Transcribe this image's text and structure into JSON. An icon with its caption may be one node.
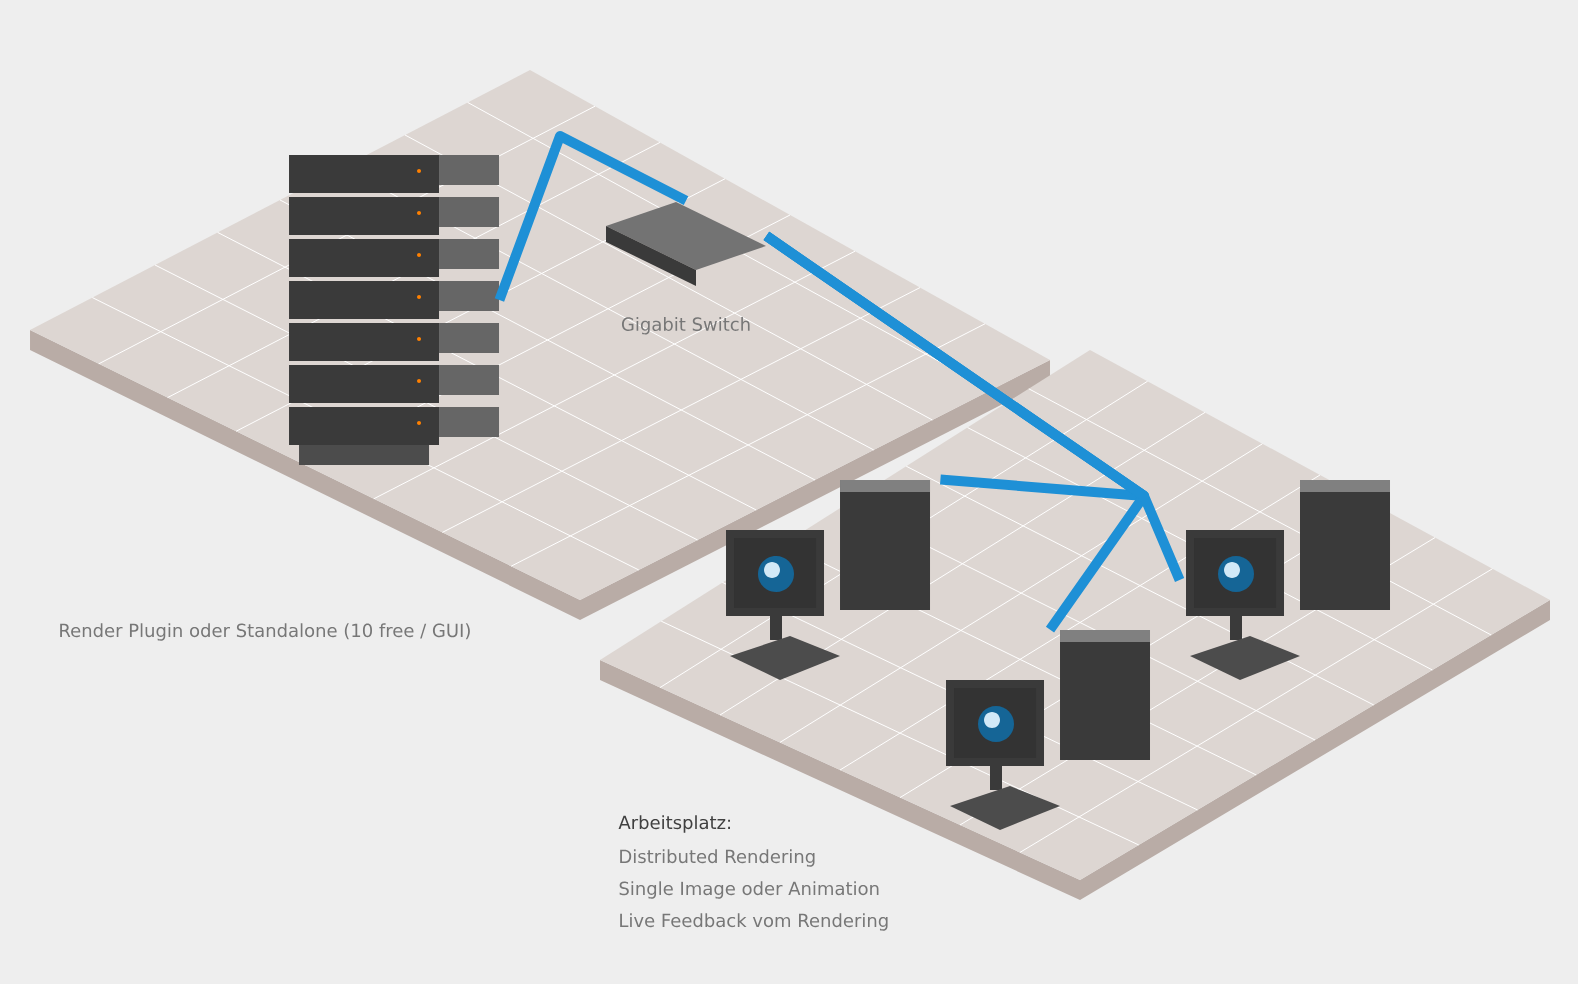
{
  "diagram": {
    "nodes": [
      {
        "text": [],
        "shape": "picture"
      },
      {
        "text": [],
        "shape": "picture",
        "beside": [
          "Gigabit Switch"
        ]
      },
      {
        "text": [],
        "shape": "picture"
      },
      {
        "text": [],
        "shape": "picture"
      },
      {
        "text": [],
        "shape": "picture"
      }
    ],
    "edges": [
      {
        "from": 0,
        "to": 1,
        "arrow": "none"
      },
      {
        "from": 1,
        "to": 2,
        "arrow": "none"
      },
      {
        "from": 1,
        "to": 3,
        "arrow": "none"
      },
      {
        "from": 1,
        "to": 4,
        "arrow": "none"
      }
    ],
    "labels": [
      "Render Plugin oder Standalone (10 free / GUI)",
      "Arbeitsplatz:",
      "Distributed Rendering",
      "Single Image oder Animation",
      "Live Feedback vom Rendering"
    ]
  }
}
